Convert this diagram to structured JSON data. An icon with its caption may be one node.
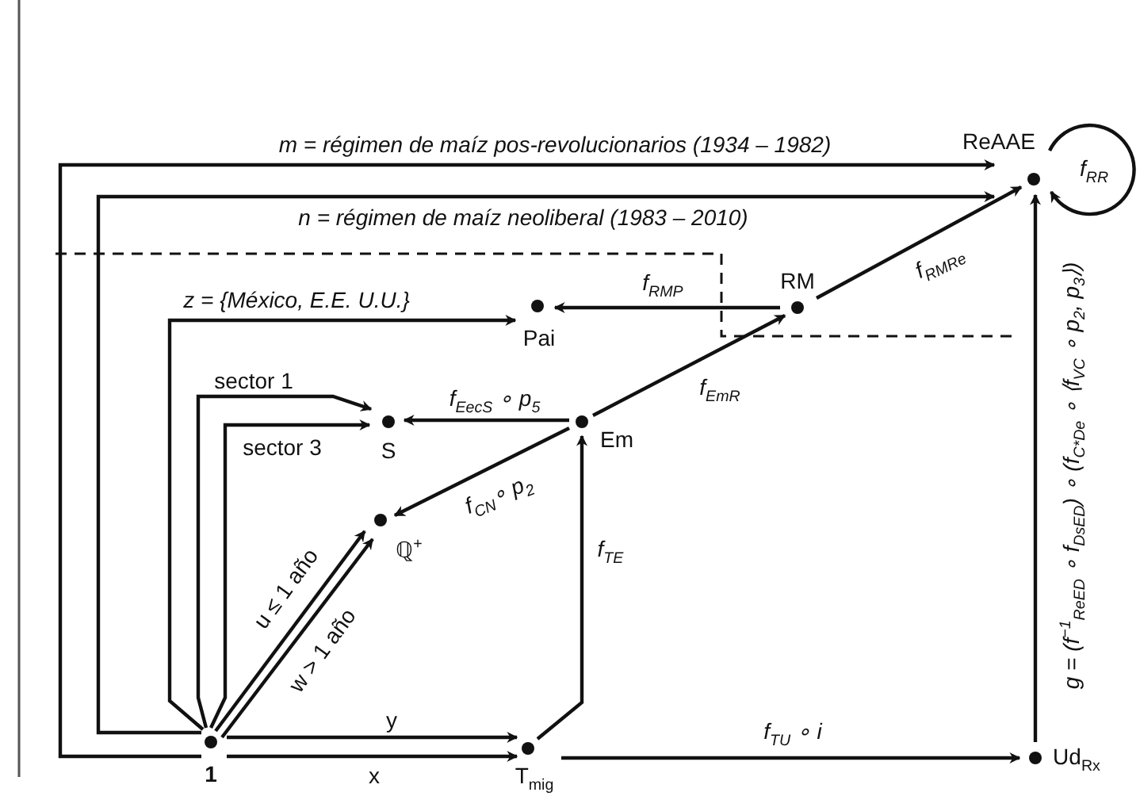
{
  "diagram": {
    "nodes": [
      {
        "text": [
          "1"
        ]
      },
      {
        "text": [
          "T$_{mig}$"
        ]
      },
      {
        "text": [
          "Ud$_{Rx}$"
        ]
      },
      {
        "text": [
          "Em"
        ]
      },
      {
        "text": [
          "S"
        ]
      },
      {
        "text": [
          "ℚ$^{+}$"
        ]
      },
      {
        "text": [
          "Pai"
        ]
      },
      {
        "text": [
          "RM"
        ]
      },
      {
        "text": [
          "ReAAE"
        ]
      }
    ],
    "edges": [
      {
        "from": 0,
        "to": 8,
        "arrow": "to",
        "label": "m = régimen de maíz pos-revolucionarios (1934 – 1982)"
      },
      {
        "from": 0,
        "to": 8,
        "arrow": "to",
        "label": "n = régimen de maíz neoliberal (1983 – 2010)"
      },
      {
        "from": 0,
        "to": 6,
        "arrow": "to",
        "label": "z = {México, E.E. U.U.}"
      },
      {
        "from": 0,
        "to": 4,
        "arrow": "to",
        "label": "sector 1"
      },
      {
        "from": 0,
        "to": 4,
        "arrow": "to",
        "label": "sector 3"
      },
      {
        "from": 0,
        "to": 5,
        "arrow": "to",
        "label": "u ≤ 1 año"
      },
      {
        "from": 0,
        "to": 5,
        "arrow": "to",
        "label": "w > 1 año"
      },
      {
        "from": 0,
        "to": 1,
        "arrow": "to",
        "label": "y"
      },
      {
        "from": 0,
        "to": 1,
        "arrow": "to",
        "label": "x"
      },
      {
        "from": 1,
        "to": 3,
        "arrow": "to",
        "label": "f$_{TE}$"
      },
      {
        "from": 1,
        "to": 2,
        "arrow": "to",
        "label": "f$_{TU}$ ∘ i"
      },
      {
        "from": 3,
        "to": 4,
        "arrow": "to",
        "label": "f$_{EecS}$ ∘ p$_{5}$"
      },
      {
        "from": 3,
        "to": 5,
        "arrow": "to",
        "label": "f$_{CN}$∘ p$_{2}$"
      },
      {
        "from": 3,
        "to": 7,
        "arrow": "to",
        "label": "f$_{EmR}$"
      },
      {
        "from": 7,
        "to": 6,
        "arrow": "to",
        "label": "f$_{RMP}$"
      },
      {
        "from": 7,
        "to": 8,
        "arrow": "to",
        "label": "f$_{RMRe}$"
      },
      {
        "from": 2,
        "to": 8,
        "arrow": "to",
        "label": "g = (f$^{−1}$$_{ReED}$ ∘ f$_{DsED}$) ∘ (f$_{C*De}$ ∘ ⟨f$_{VC}$ ∘ p$_{2}$, p$_{3}$⟩)"
      },
      {
        "from": 8,
        "to": 8,
        "arrow": "to",
        "label": "f$_{RR}$"
      }
    ]
  }
}
